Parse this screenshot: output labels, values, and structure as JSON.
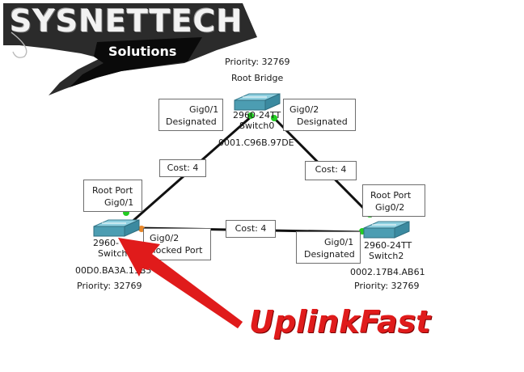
{
  "logo": {
    "brand": "SYSNETTECH",
    "tagline": "Solutions"
  },
  "switch0": {
    "priority": "Priority: 32769",
    "role": "Root Bridge",
    "model": "2960-24TT",
    "name": "Switch0",
    "mac": "0001.C96B.97DE",
    "port_left": {
      "port": "Gig0/1",
      "state": "Designated"
    },
    "port_right": {
      "port": "Gig0/2",
      "state": "Designated"
    }
  },
  "switch1": {
    "model": "2960-",
    "name": "Switch1",
    "mac": "00D0.BA3A.11B5",
    "priority": "Priority: 32769",
    "port_top": {
      "role": "Root Port",
      "port": "Gig0/1"
    },
    "port_right": {
      "port": "Gig0/2",
      "state": "Blocked Port"
    }
  },
  "switch2": {
    "model": "2960-24TT",
    "name": "Switch2",
    "mac": "0002.17B4.AB61",
    "priority": "Priority: 32769",
    "port_top": {
      "role": "Root Port",
      "port": "Gig0/2"
    },
    "port_left": {
      "port": "Gig0/1",
      "state": "Designated"
    }
  },
  "links": {
    "left_cost": "Cost: 4",
    "right_cost": "Cost: 4",
    "bottom_cost": "Cost: 4"
  },
  "annotation": {
    "text": "UplinkFast",
    "color": "#e01b1b"
  },
  "colors": {
    "port_up": "#22cc22",
    "port_blocked": "#e8872a",
    "link": "#111111",
    "switch_body": "#5aa9bd"
  }
}
